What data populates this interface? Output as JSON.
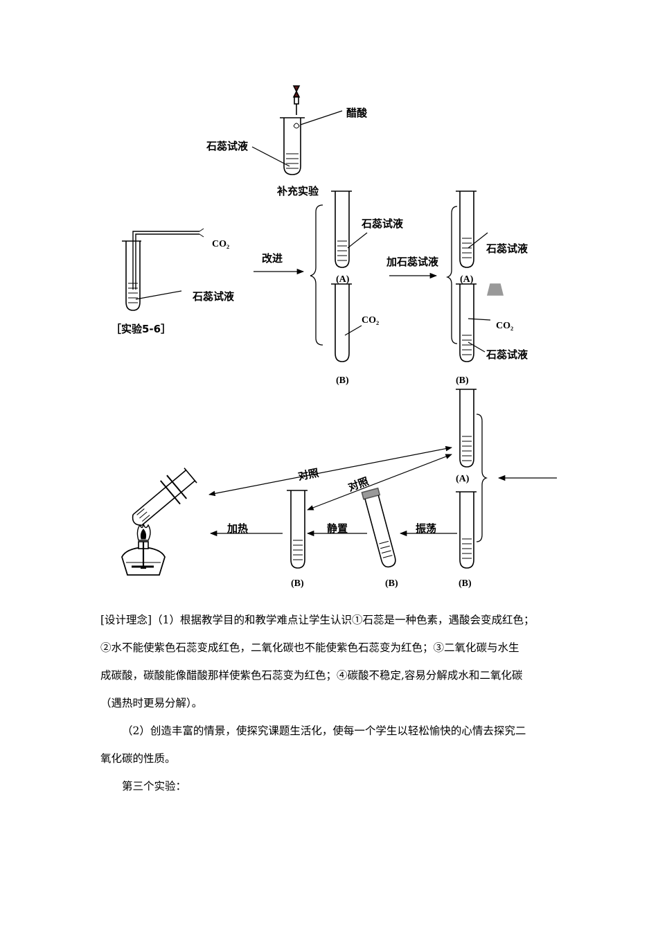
{
  "figure": {
    "labels": {
      "acetic_acid": "醋酸",
      "litmus_top": "石蕊试液",
      "supplementary": "补充实验",
      "co2_left": "CO₂",
      "litmus_left": "石蕊试液",
      "experiment": "［实验5-6］",
      "improve": "改进",
      "litmus_mid": "石蕊试液",
      "A_mid": "(A)",
      "co2_mid": "CO₂",
      "B_mid": "(B)",
      "add_litmus": "加石蕊试液",
      "litmus_right_a": "石蕊试液",
      "A_right": "(A)",
      "co2_right": "CO₂",
      "litmus_right_b": "石蕊试液",
      "B_right": "(B)",
      "contrast1": "对照",
      "contrast2": "对照",
      "A_bottom": "(A)",
      "heat": "加热",
      "stand": "静置",
      "shake": "振荡",
      "B_1": "(B)",
      "B_2": "(B)",
      "B_3": "(B)"
    }
  },
  "text": {
    "p1_line1": "[设计理念]（1）根据教学目的和教学难点让学生认识①石蕊是一种色素，遇酸会变成红色；",
    "p1_line2": "②水不能使紫色石蕊变成红色，二氧化碳也不能使紫色石蕊变为红色；③二氧化碳与水生",
    "p1_line3": "成碳酸，碳酸能像醋酸那样使紫色石蕊变为红色；④碳酸不稳定,容易分解成水和二氧化碳",
    "p1_line4": "（遇热时更易分解）。",
    "p2_line1": "（2）创造丰富的情景，使探究课题生活化，使每一个学生以轻松愉快的心情去探究二",
    "p2_line2": "氧化碳的性质。",
    "p3": "第三个实验："
  }
}
